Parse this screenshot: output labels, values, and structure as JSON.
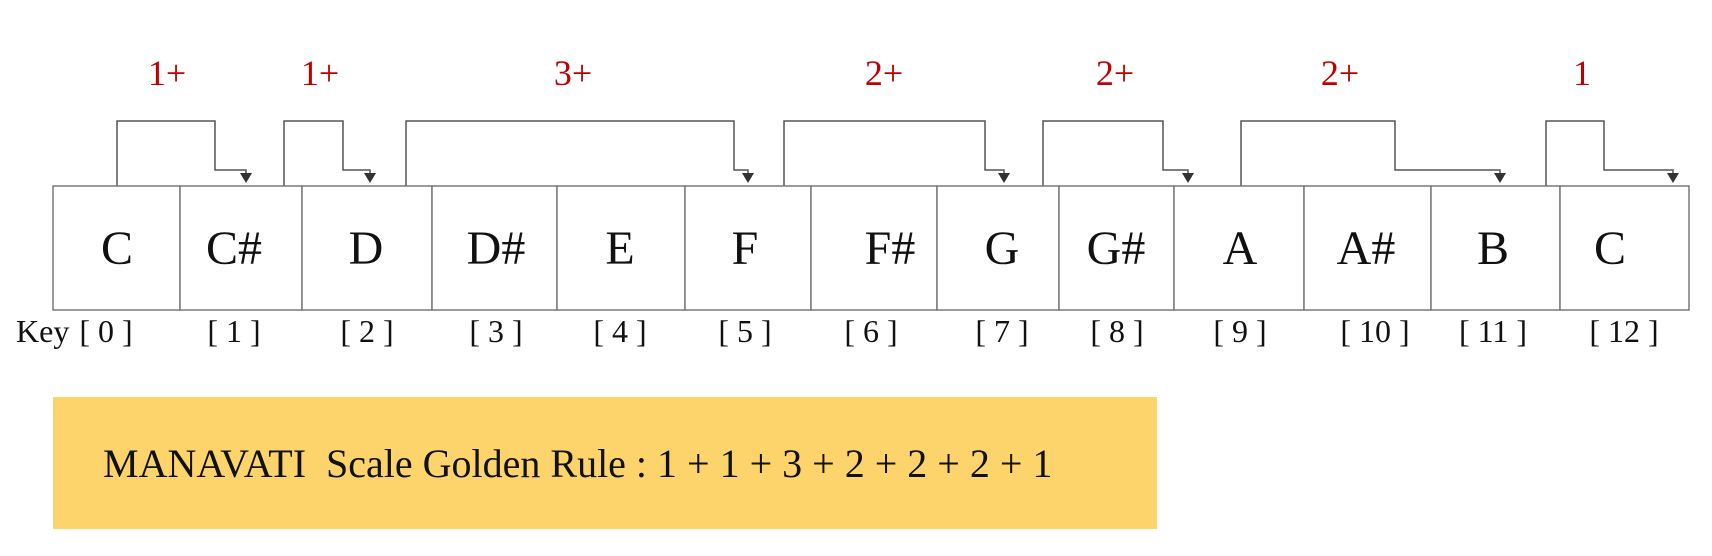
{
  "colors": {
    "interval_label": "#c00000",
    "rule_box_background": "#fcd46b"
  },
  "keys": [
    {
      "note": "C",
      "index": "[ 0 ]"
    },
    {
      "note": "C#",
      "index": "[ 1 ]"
    },
    {
      "note": "D",
      "index": "[ 2 ]"
    },
    {
      "note": "D#",
      "index": "[ 3 ]"
    },
    {
      "note": "E",
      "index": "[ 4 ]"
    },
    {
      "note": "F",
      "index": "[ 5 ]"
    },
    {
      "note": "F#",
      "index": "[ 6 ]"
    },
    {
      "note": "G",
      "index": "[ 7 ]"
    },
    {
      "note": "G#",
      "index": "[ 8 ]"
    },
    {
      "note": "A",
      "index": "[ 9 ]"
    },
    {
      "note": "A#",
      "index": "[ 10 ]"
    },
    {
      "note": "B",
      "index": "[ 11 ]"
    },
    {
      "note": "C",
      "index": "[ 12 ]"
    }
  ],
  "key_row_label": "Key",
  "intervals": [
    {
      "label": "1+",
      "from": 0,
      "to": 1
    },
    {
      "label": "1+",
      "from": 1,
      "to": 2
    },
    {
      "label": "3+",
      "from": 2,
      "to": 5
    },
    {
      "label": "2+",
      "from": 5,
      "to": 7
    },
    {
      "label": "2+",
      "from": 7,
      "to": 9
    },
    {
      "label": "2+",
      "from": 9,
      "to": 11
    },
    {
      "label": "1",
      "from": 11,
      "to": 12
    }
  ],
  "rule_box": {
    "text": "MANAVATI  Scale Golden Rule : 1 + 1 + 3 + 2 + 2 + 2 + 1"
  }
}
